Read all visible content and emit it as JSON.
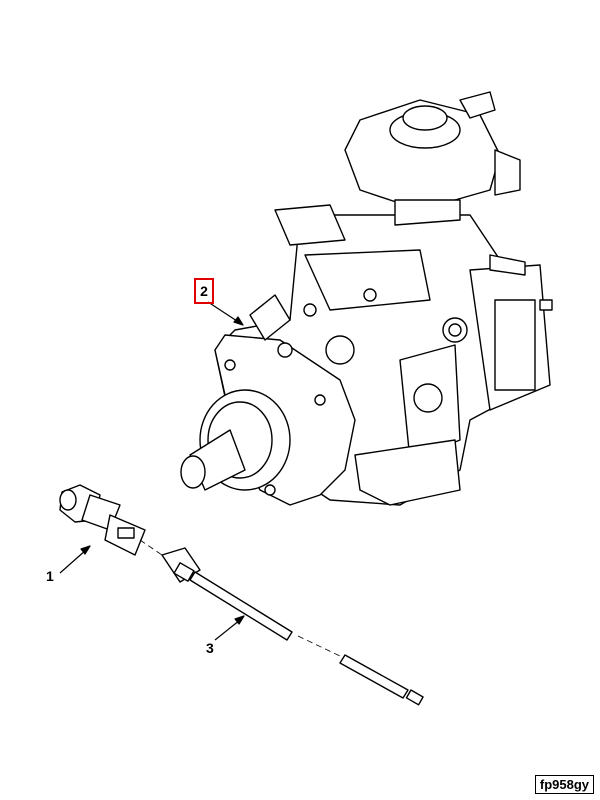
{
  "callouts": {
    "item1": "1",
    "item2": "2",
    "item3": "3"
  },
  "figure_id": "fp958gy",
  "colors": {
    "highlight": "#e00000",
    "line": "#000000"
  }
}
